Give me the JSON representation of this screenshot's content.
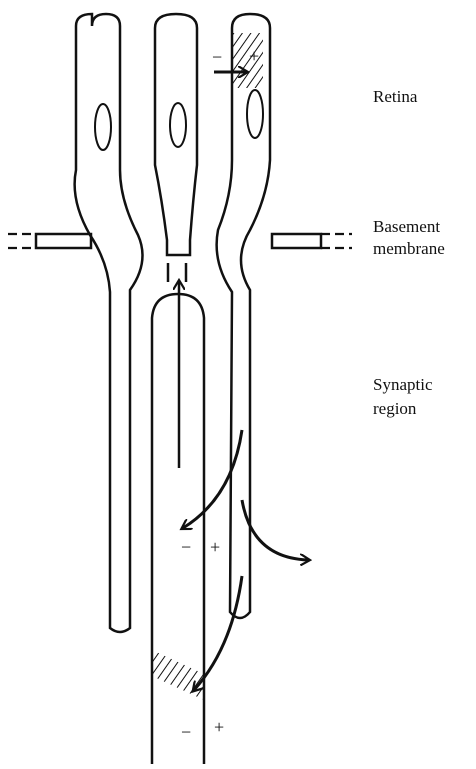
{
  "labels": {
    "retina": "Retina",
    "basement_line1": "Basement",
    "basement_line2": "membrane",
    "synaptic_line1": "Synaptic",
    "synaptic_line2": "region"
  },
  "signs": {
    "top_minus": "−",
    "top_plus": "+",
    "middle_minus": "−",
    "middle_plus": "+",
    "bottom_minus": "−",
    "bottom_plus": "+"
  },
  "colors": {
    "ink": "#111111",
    "background": "#ffffff"
  }
}
